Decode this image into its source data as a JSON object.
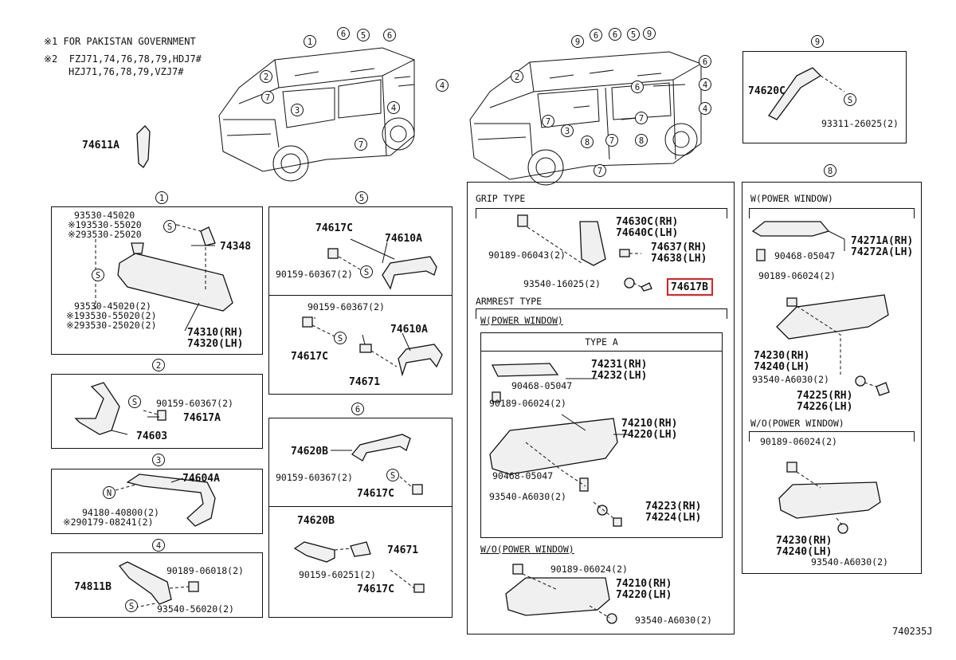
{
  "notes": {
    "n1": "※1 FOR PAKISTAN GOVERNMENT",
    "n2_a": "※2  FZJ71,74,76,78,79,HDJ7#",
    "n2_b": "HZJ71,76,78,79,VZJ7#"
  },
  "loose_part": "74611A",
  "diagram_id": "740235J",
  "vehicle_callouts_left": [
    "1",
    "6",
    "5",
    "6",
    "2",
    "7",
    "3",
    "7",
    "4",
    "4"
  ],
  "vehicle_callouts_right": [
    "9",
    "6",
    "6",
    "5",
    "9",
    "6",
    "2",
    "6",
    "4",
    "7",
    "3",
    "4",
    "8",
    "7",
    "8",
    "7"
  ],
  "sec1": {
    "num": "1",
    "l1": "93530-45020",
    "l2": "※193530-55020",
    "l3": "※293530-25020",
    "p74348": "74348",
    "l4": "93530-45020(2)",
    "l5": "※193530-55020(2)",
    "l6": "※293530-25020(2)",
    "rh": "74310(RH)",
    "lh": "74320(LH)",
    "s": "S"
  },
  "sec2": {
    "num": "2",
    "bolt": "90159-60367(2)",
    "clip": "74617A",
    "grip": "74603",
    "s": "S"
  },
  "sec3": {
    "num": "3",
    "grip": "74604A",
    "bolt1": "94180-40800(2)",
    "bolt2": "※290179-08241(2)",
    "n": "N"
  },
  "sec4": {
    "num": "4",
    "grip": "74811B",
    "nut": "90189-06018(2)",
    "screw": "93540-56020(2)",
    "s": "S"
  },
  "sec5": {
    "num": "5",
    "a_clip": "74617C",
    "a_grip": "74610A",
    "a_bolt": "90159-60367(2)",
    "b_bolt": "90159-60367(2)",
    "b_grip": "74610A",
    "b_clip": "74617C",
    "b_part": "74671",
    "s": "S"
  },
  "sec6": {
    "num": "6",
    "a_grip": "74620B",
    "a_bolt": "90159-60367(2)",
    "a_clip": "74617C",
    "b_grip": "74620B",
    "b_part": "74671",
    "b_bolt": "90159-60251(2)",
    "b_clip": "74617C",
    "s": "S"
  },
  "sec7": {
    "num": "7",
    "grip_type": "GRIP TYPE",
    "g_rh": "74630C(RH)",
    "g_lh": "74640C(LH)",
    "g_nut": "90189-06043(2)",
    "g_cov_rh": "74637(RH)",
    "g_cov_lh": "74638(LH)",
    "g_screw": "93540-16025(2)",
    "g_clip": "74617B",
    "armrest_type": "ARMREST TYPE",
    "w_pw": "W(POWER WINDOW)",
    "type_a": "TYPE A",
    "a_sw_rh": "74231(RH)",
    "a_sw_lh": "74232(LH)",
    "a_clip1": "90468-05047",
    "a_nut": "90189-06024(2)",
    "a_arm_rh": "74210(RH)",
    "a_arm_lh": "74220(LH)",
    "a_clip2": "90468-05047",
    "a_screw": "93540-A6030(2)",
    "a_cov_rh": "74223(RH)",
    "a_cov_lh": "74224(LH)",
    "wo_pw": "W/O(POWER WINDOW)",
    "wo_nut": "90189-06024(2)",
    "wo_arm_rh": "74210(RH)",
    "wo_arm_lh": "74220(LH)",
    "wo_screw": "93540-A6030(2)"
  },
  "sec8": {
    "num": "8",
    "w_pw": "W(POWER WINDOW)",
    "sw_rh": "74271A(RH)",
    "sw_lh": "74272A(LH)",
    "clip": "90468-05047",
    "nut": "90189-06024(2)",
    "arm_rh": "74230(RH)",
    "arm_lh": "74240(LH)",
    "screw": "93540-A6030(2)",
    "cov_rh": "74225(RH)",
    "cov_lh": "74226(LH)",
    "wo_pw": "W/O(POWER WINDOW)",
    "wo_nut": "90189-06024(2)",
    "wo_arm_rh": "74230(RH)",
    "wo_arm_lh": "74240(LH)",
    "wo_screw": "93540-A6030(2)"
  },
  "sec9": {
    "num": "9",
    "grip": "74620C",
    "screw": "93311-26025(2)",
    "s": "S"
  }
}
